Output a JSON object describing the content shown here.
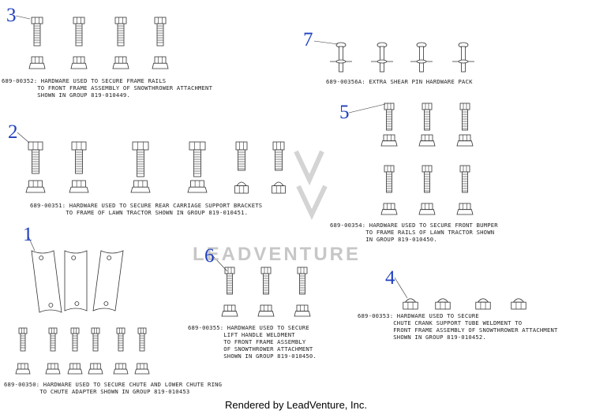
{
  "callouts": {
    "c1": "1",
    "c2": "2",
    "c3": "3",
    "c4": "4",
    "c5": "5",
    "c6": "6",
    "c7": "7"
  },
  "captions": {
    "c3": "689-00352: HARDWARE USED TO SECURE FRAME RAILS\n          TO FRONT FRAME ASSEMBLY OF SNOWTHROWER ATTACHMENT\n          SHOWN IN GROUP 819-010449.",
    "c7": "689-00356A: EXTRA SHEAR PIN HARDWARE PACK",
    "c2": "689-00351: HARDWARE USED TO SECURE REAR CARRIAGE SUPPORT BRACKETS\n          TO FRAME OF LAWN TRACTOR SHOWN IN GROUP 819-010451.",
    "c5": "689-00354: HARDWARE USED TO SECURE FRONT BUMPER\n          TO FRAME RAILS OF LAWN TRACTOR SHOWN\n          IN GROUP 819-010450.",
    "c6": "689-00355: HARDWARE USED TO SECURE\n          LIFT HANDLE WELDMENT\n          TO FRONT FRAME ASSEMBLY\n          OF SNOWTHROWER ATTACHMENT\n          SHOWN IN GROUP 819-010450.",
    "c4": "689-00353: HARDWARE USED TO SECURE\n          CHUTE CRANK SUPPORT TUBE WELDMENT TO\n          FRONT FRAME ASSEMBLY OF SNOWTHROWER ATTACHMENT\n          SHOWN IN GROUP 819-010452.",
    "c1": "689-00350: HARDWARE USED TO SECURE CHUTE AND LOWER CHUTE RING\n          TO CHUTE ADAPTER SHOWN IN GROUP 819-010453"
  },
  "watermark": "LEADVENTURE",
  "footer": "Rendered by LeadVenture, Inc.",
  "colors": {
    "callout": "#1f3fbf",
    "line": "#333333",
    "watermark": "#c7c7c7"
  }
}
